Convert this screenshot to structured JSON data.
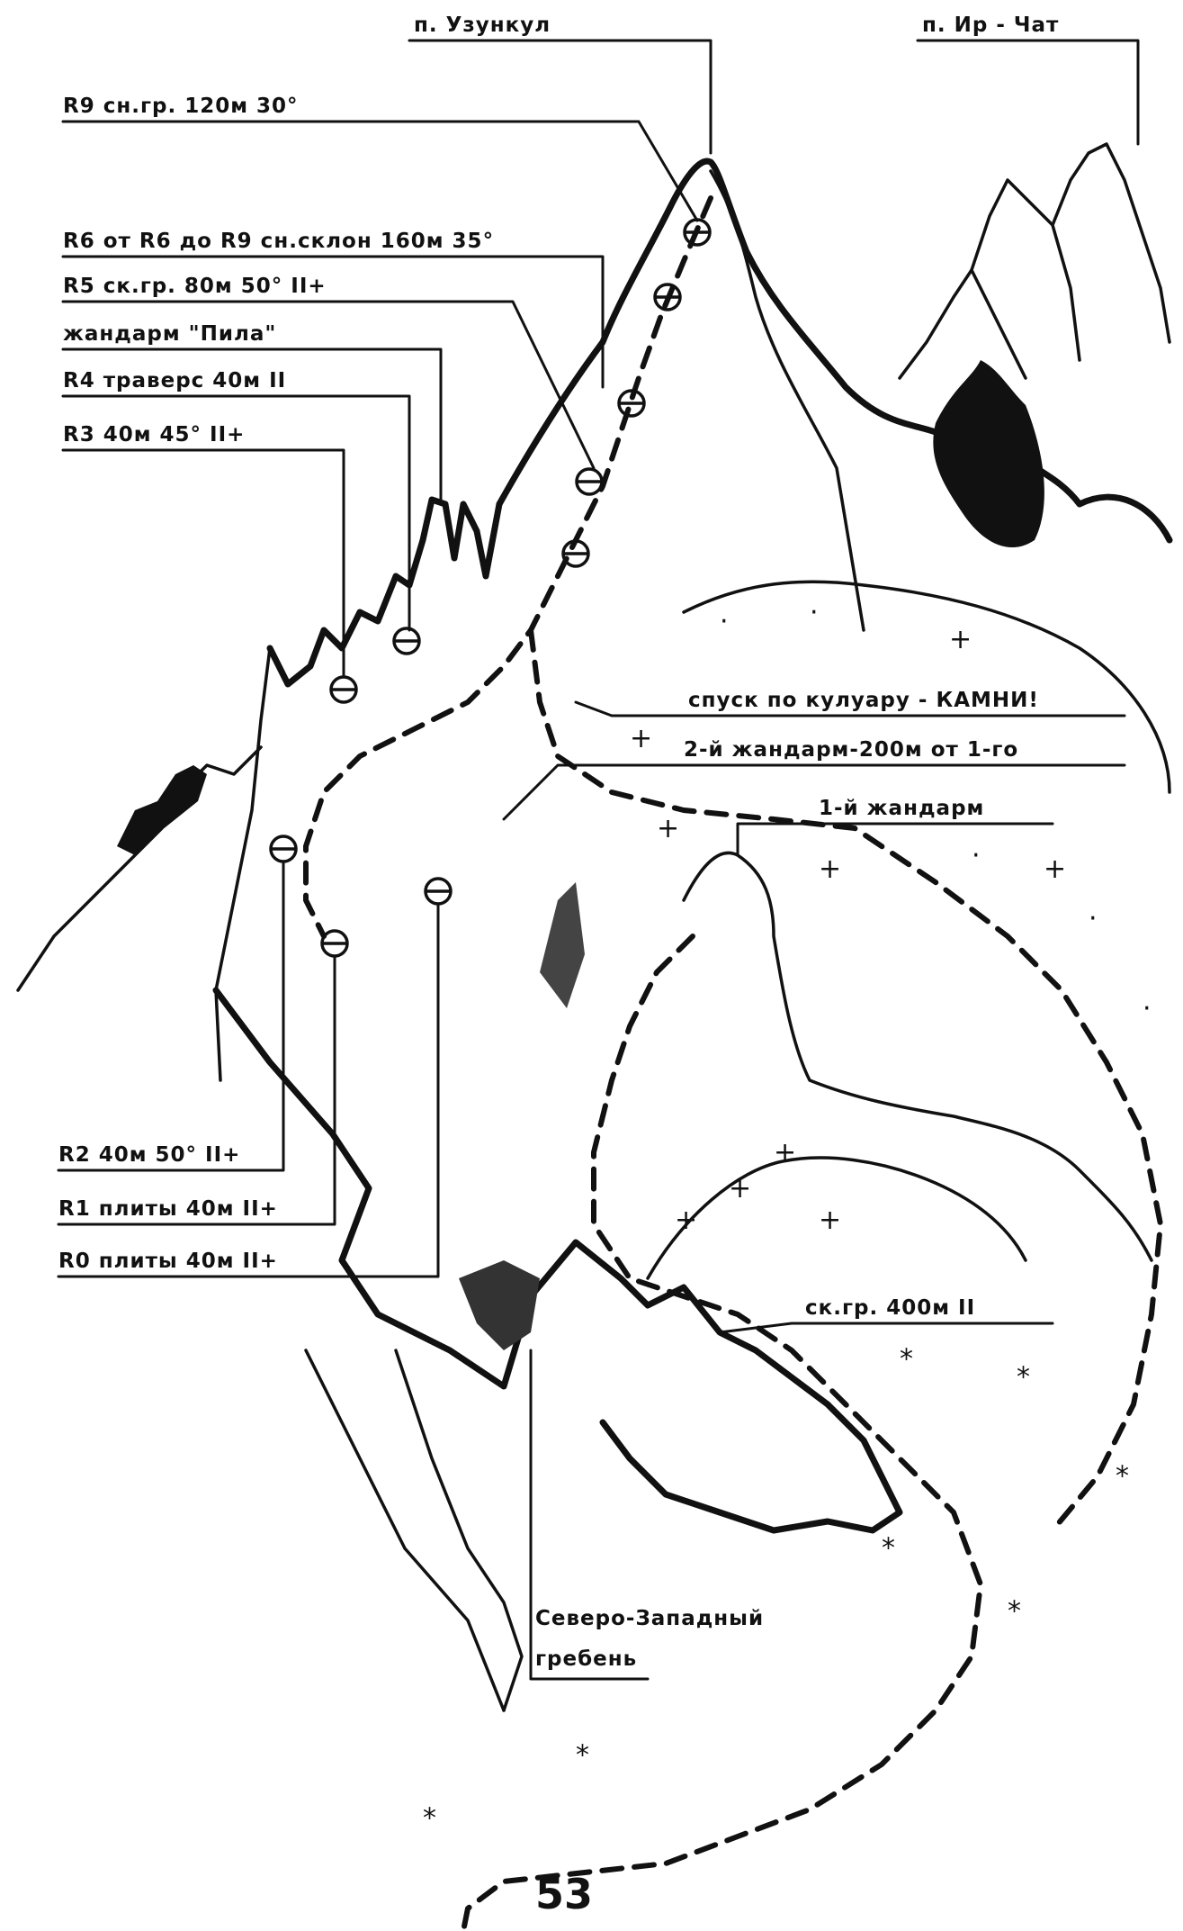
{
  "labels": {
    "peak_uzunkul": "п. Узункул",
    "peak_ir_chat": "п. Ир - Чат",
    "r9": "R9 сн.гр. 120м 30°",
    "r6": "R6 от R6 до R9 сн.склон 160м 35°",
    "r5": "R5 ск.гр. 80м 50° II+",
    "gendarme_pila": "жандарм \"Пила\"",
    "r4": "R4 траверс 40м II",
    "r3": "R3 40м 45° II+",
    "descent": "спуск по кулуару - КАМНИ!",
    "gendarme_2": "2-й жандарм-200м от 1-го",
    "gendarme_1": "1-й жандарм",
    "r2": "R2 40м 50° II+",
    "r1": "R1 плиты 40м II+",
    "r0": "R0 плиты 40м II+",
    "rock_ridge": "ск.гр. 400м II",
    "nw_ridge_line1": "Северо-Западный",
    "nw_ridge_line2": "гребень"
  },
  "page_number": "53",
  "colors": {
    "ink": "#111111",
    "background": "#ffffff"
  }
}
